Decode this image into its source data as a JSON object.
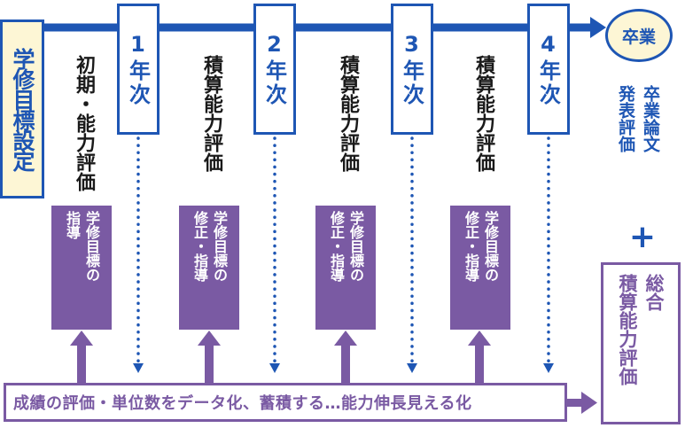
{
  "goal_label": "学修目標設定",
  "years": [
    "1年次",
    "2年次",
    "3年次",
    "4年次"
  ],
  "evaluations": [
    "初期・能力評価",
    "積算能力評価",
    "積算能力評価",
    "積算能力評価"
  ],
  "guidance": [
    {
      "line1": "学修目標の",
      "line2": "指導"
    },
    {
      "line1": "学修目標の",
      "line2": "修正・指導"
    },
    {
      "line1": "学修目標の",
      "line2": "修正・指導"
    },
    {
      "line1": "学修目標の",
      "line2": "修正・指導"
    }
  ],
  "graduation": "卒業",
  "thesis": {
    "line1": "卒業論文",
    "line2": "発表評価"
  },
  "plus": "+",
  "total": {
    "line1": "総合",
    "line2": "積算能力評価"
  },
  "bottom_bar": "成績の評価・単位数をデータ化、蓄積する…能力伸長見える化",
  "colors": {
    "blue": "#1e56b4",
    "purple": "#7a5aa3",
    "cream": "#fdf6d5"
  }
}
